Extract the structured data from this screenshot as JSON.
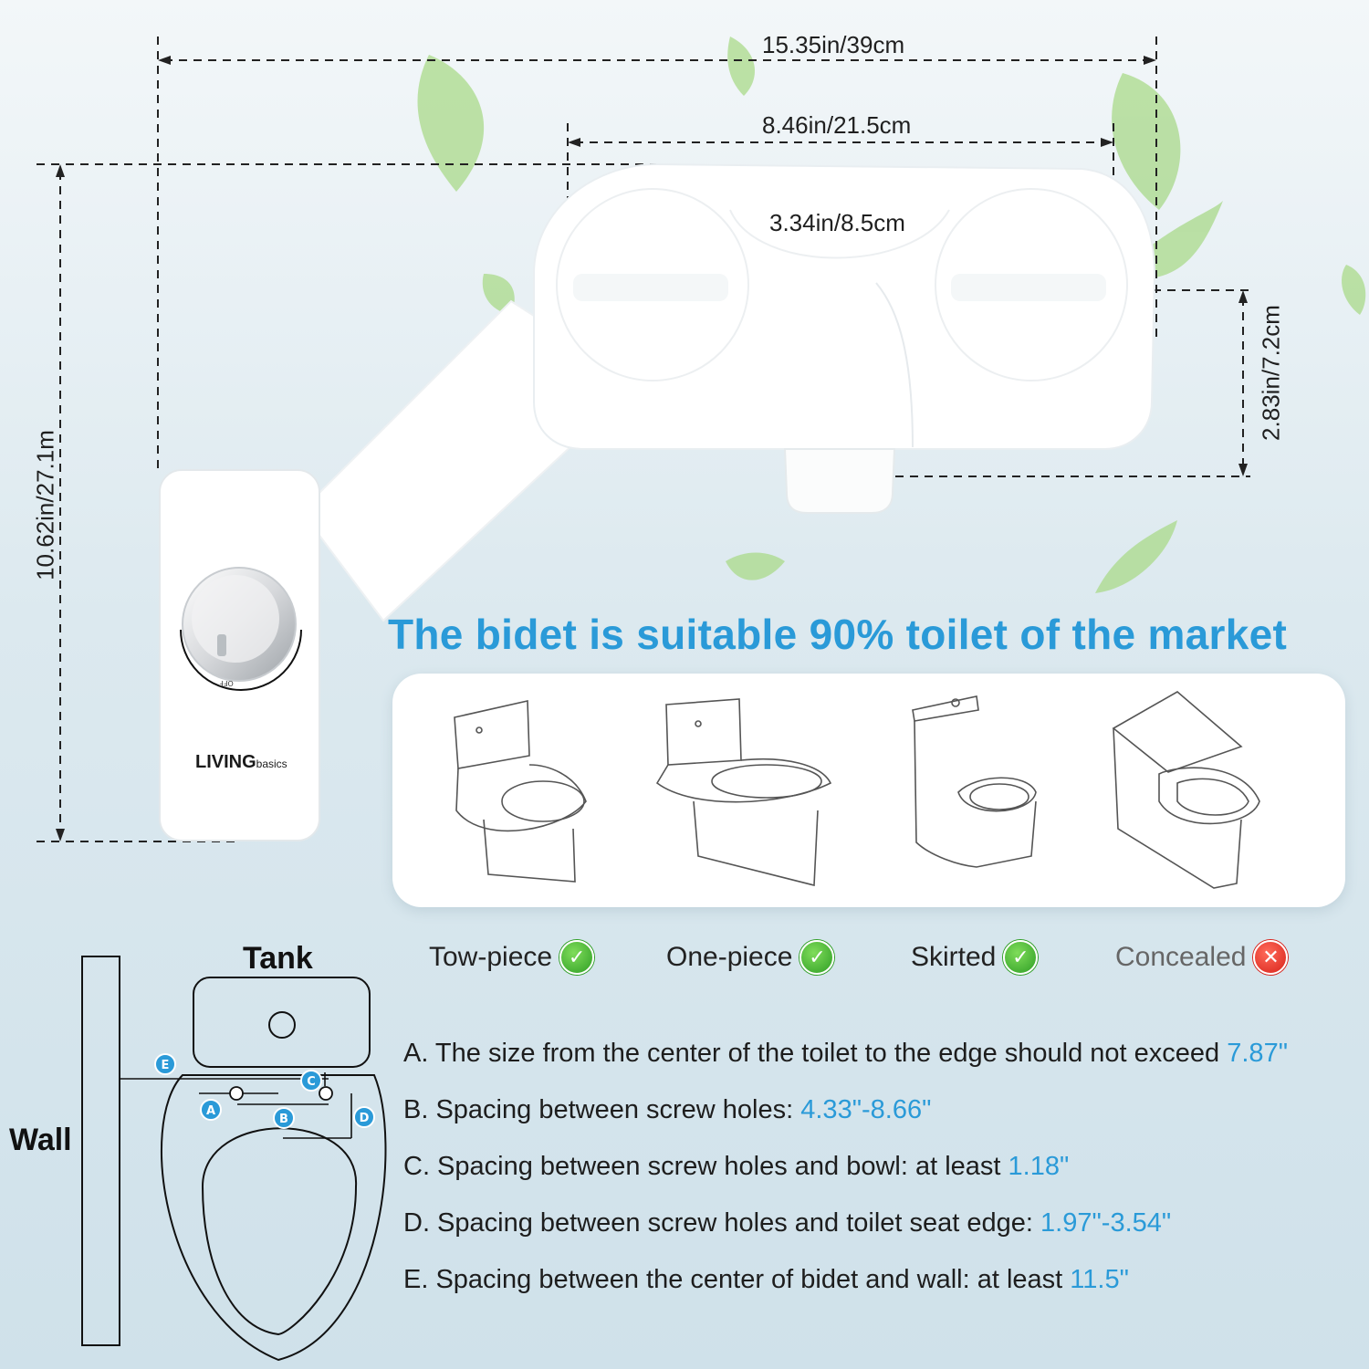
{
  "dimensions": {
    "overall_width": "15.35in/39cm",
    "nozzle_span": "8.46in/21.5cm",
    "inner_gap": "3.34in/8.5cm",
    "height": "10.62in/27.1m",
    "depth": "2.83in/7.2cm"
  },
  "product": {
    "brand_main": "LIVING",
    "brand_sub": "basics",
    "dial_off_label": "OFF"
  },
  "headline": "The bidet is suitable 90% toilet of the market",
  "toilet_types": [
    {
      "label": "Tow-piece",
      "status": "ok"
    },
    {
      "label": "One-piece",
      "status": "ok"
    },
    {
      "label": "Skirted",
      "status": "ok"
    },
    {
      "label": "Concealed",
      "status": "no"
    }
  ],
  "diagram": {
    "tank_label": "Tank",
    "wall_label": "Wall",
    "markers": [
      "A",
      "B",
      "C",
      "D",
      "E"
    ]
  },
  "specs": [
    {
      "text": "A. The size from the center of the toilet to the edge should not exceed ",
      "value": "7.87\""
    },
    {
      "text": "B. Spacing between screw holes: ",
      "value": "4.33\"-8.66\""
    },
    {
      "text": "C. Spacing between screw holes and bowl: at least ",
      "value": "1.18\""
    },
    {
      "text": "D. Spacing between screw holes and toilet seat edge: ",
      "value": "1.97\"-3.54\""
    },
    {
      "text": "E. Spacing between the center of bidet and wall: at least ",
      "value": "11.5\""
    }
  ],
  "colors": {
    "accent": "#2a9ad8",
    "ok": "#2f9e25",
    "no": "#d8231b"
  }
}
